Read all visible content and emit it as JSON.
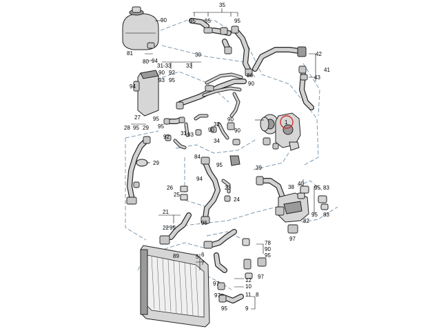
{
  "labels": {
    "l35": "35",
    "l95a": "95",
    "l95b": "95",
    "l95c": "95",
    "l90a": "90",
    "l81": "81",
    "l94a": "94",
    "l80": "80",
    "l30": "30",
    "l31_33": "31-33",
    "l33": "33",
    "l90b": "90",
    "l92a": "92",
    "l93a": "93",
    "l95d": "95",
    "l94b": "94",
    "l86": "86",
    "l90c": "90",
    "l42": "42",
    "l41": "41",
    "l43": "43",
    "l27": "27",
    "l28": "28",
    "l95e": "95",
    "l29a": "29",
    "l95f": "95",
    "l95g": "95",
    "l92b": "92",
    "l31": "31",
    "l93b": "93",
    "l32": "32",
    "l90d": "90",
    "l90e": "90",
    "l90f": "90",
    "l34": "34",
    "l1": "1",
    "l84": "84",
    "l95h": "95",
    "l39": "39",
    "l29b": "29",
    "l94c": "94",
    "l23": "23",
    "l24": "24",
    "l26": "26",
    "l25": "25",
    "l40": "40",
    "l38": "38",
    "l95i": "95",
    "l83a": "83",
    "l95j": "95",
    "l83b": "83",
    "l82": "82",
    "l21": "21",
    "l22": "22",
    "l95k": "95",
    "l95l": "95",
    "l97a": "97",
    "l89": "89",
    "l6": "6",
    "l5": "5",
    "l7": "7",
    "l78": "78",
    "l90g": "90",
    "l95m": "95",
    "l97b": "97",
    "l12": "12",
    "l10": "10",
    "l97c": "97",
    "l11": "11",
    "l97d": "97",
    "l8": "8",
    "l95n": "95",
    "l9": "9"
  }
}
